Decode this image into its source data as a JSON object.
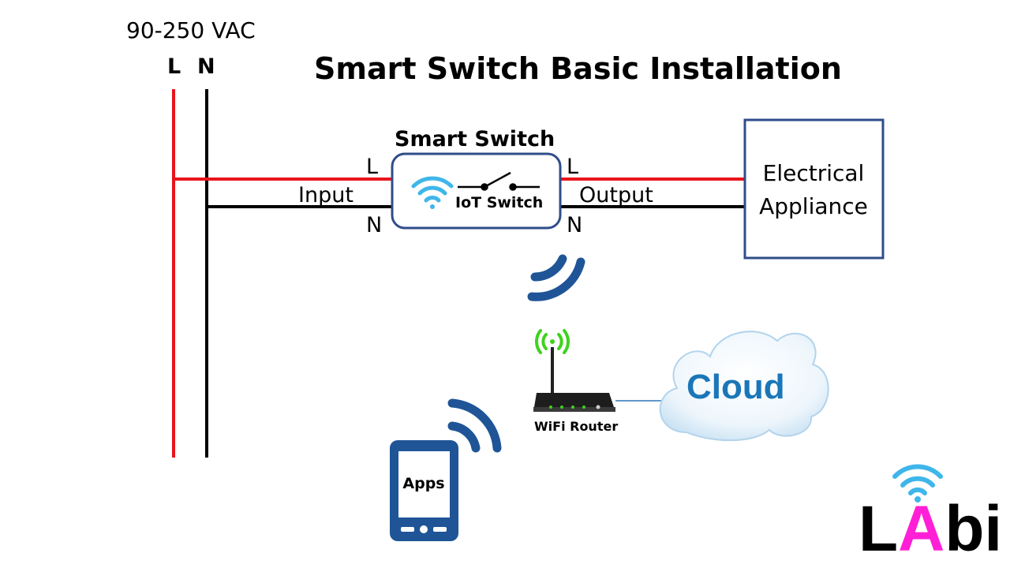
{
  "title": "Smart Switch Basic Installation",
  "supply": {
    "voltage": "90-250 VAC",
    "line_label": "L",
    "neutral_label": "N"
  },
  "smart_switch": {
    "heading": "Smart Switch",
    "inner_label": "IoT Switch",
    "input_line_label": "L",
    "input_neutral_label": "N",
    "output_line_label": "L",
    "output_neutral_label": "N"
  },
  "input_label": "Input",
  "output_label": "Output",
  "appliance": {
    "line1": "Electrical",
    "line2": "Appliance"
  },
  "router_label": "WiFi Router",
  "cloud_label": "Cloud",
  "phone_label": "Apps",
  "logo": {
    "part1": "L",
    "part2": "A",
    "part3": "bi"
  },
  "icons": [
    "wifi-icon",
    "switch-contact-icon",
    "wireless-signal-icon",
    "router-icon",
    "antenna-signal-icon",
    "cloud-icon",
    "smartphone-icon",
    "logo-wifi-icon"
  ],
  "colors": {
    "line_wire": "#e8141b",
    "neutral_wire": "#000000",
    "box_border": "#2f4d8a",
    "wifi_blue": "#3fb6ea",
    "signal_blue": "#1f5597",
    "router_signal": "#3fd21d",
    "cloud_text": "#1a76b8",
    "logo_magenta": "#ff1fd6"
  }
}
